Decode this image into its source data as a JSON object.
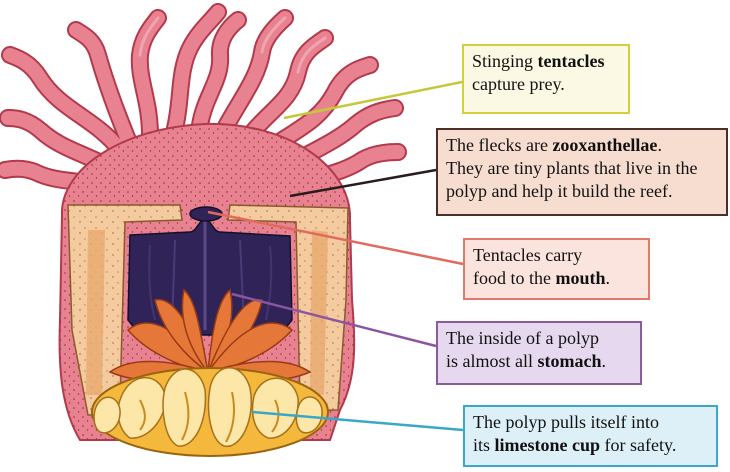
{
  "colors": {
    "tentacle_pink": "#e98290",
    "tentacle_outline": "#b23a4c",
    "cup_tan": "#f3cb9e",
    "stomach_purple": "#2f2357",
    "folds_orange": "#e57839",
    "limestone_yellow": "#f3b83c"
  },
  "labels": [
    {
      "id": "tentacles",
      "lines": [
        [
          {
            "t": "Stinging "
          },
          {
            "t": "tentacles",
            "b": true
          }
        ],
        [
          {
            "t": "capture prey."
          }
        ]
      ],
      "border": "#d4cf3c",
      "fill": "#fbf8e3",
      "line": "#c6c83a"
    },
    {
      "id": "zooxanthellae",
      "lines": [
        [
          {
            "t": "The flecks are "
          },
          {
            "t": "zooxanthellae",
            "b": true
          },
          {
            "t": "."
          }
        ],
        [
          {
            "t": "They are tiny plants that live in the"
          }
        ],
        [
          {
            "t": "polyp and help it build the reef."
          }
        ]
      ],
      "border": "#4b2e2a",
      "fill": "#f6ddd0",
      "line": "#2a1c1c"
    },
    {
      "id": "mouth",
      "lines": [
        [
          {
            "t": "Tentacles carry"
          }
        ],
        [
          {
            "t": "food to the "
          },
          {
            "t": "mouth",
            "b": true
          },
          {
            "t": "."
          }
        ]
      ],
      "border": "#e17a6d",
      "fill": "#fbe4de",
      "line": "#e06a5e"
    },
    {
      "id": "stomach",
      "lines": [
        [
          {
            "t": "The inside of a polyp"
          }
        ],
        [
          {
            "t": "is almost all "
          },
          {
            "t": "stomach",
            "b": true
          },
          {
            "t": "."
          }
        ]
      ],
      "border": "#8b5c9b",
      "fill": "#e6d8ee",
      "line": "#8c55a4"
    },
    {
      "id": "limestone",
      "lines": [
        [
          {
            "t": "The polyp pulls itself into"
          }
        ],
        [
          {
            "t": "its "
          },
          {
            "t": "limestone cup",
            "b": true
          },
          {
            "t": " for safety."
          }
        ]
      ],
      "border": "#3aa9c9",
      "fill": "#ddf0f7",
      "line": "#3ba7c6"
    }
  ]
}
